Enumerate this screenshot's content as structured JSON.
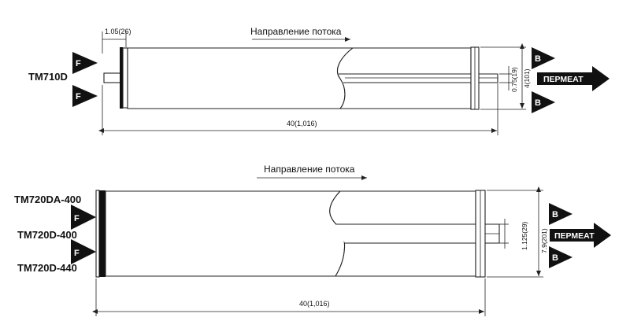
{
  "flow_direction_label": "Направление потока",
  "permeate_label": "ПЕРМЕАТ",
  "feed_marker": "F",
  "brine_marker": "B",
  "top_element": {
    "model": "TM710D",
    "end_cap_dim": "1.05(26)",
    "length_dim": "40(1,016)",
    "diameter_dim": "4(101)",
    "tube_dim": "0.75(19)"
  },
  "bottom_element": {
    "models": [
      "TM720DA-400",
      "TM720D-400",
      "TM720D-440"
    ],
    "length_dim": "40(1,016)",
    "diameter_dim": "7.9(201)",
    "tube_dim": "1.125(29)"
  },
  "colors": {
    "line": "#222222",
    "marker_fill": "#111111",
    "background": "#ffffff"
  }
}
